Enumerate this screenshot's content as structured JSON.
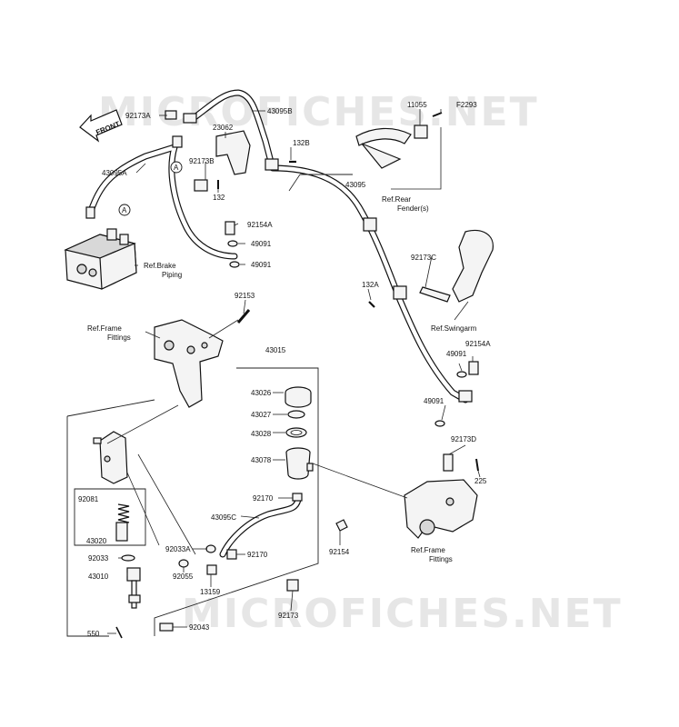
{
  "watermark": {
    "top": "MICROFICHES.NET",
    "bottom": "MICROFICHES.NET"
  },
  "front_arrow": {
    "label": "FRONT"
  },
  "callout_a": "A",
  "labels": {
    "p92173A": "92173A",
    "p43095B": "43095B",
    "p11055": "11055",
    "pF2293": "F2293",
    "p23062": "23062",
    "p132B": "132B",
    "p92173B": "92173B",
    "p43095A": "43095A",
    "p132": "132",
    "p43095": "43095",
    "p92154A_top": "92154A",
    "p49091_a": "49091",
    "p49091_b": "49091",
    "p92153": "92153",
    "p92173C": "92173C",
    "p132A": "132A",
    "p43015": "43015",
    "p92154A_right": "92154A",
    "p49091_c": "49091",
    "p43026": "43026",
    "p49091_d": "49091",
    "p43027": "43027",
    "p43028": "43028",
    "p92173D": "92173D",
    "p43078": "43078",
    "p225": "225",
    "p92081": "92081",
    "p92170_a": "92170",
    "p43095C": "43095C",
    "p43020": "43020",
    "p92033A": "92033A",
    "p92170_b": "92170",
    "p92154": "92154",
    "p92033": "92033",
    "p92055": "92055",
    "p43010": "43010",
    "p13159": "13159",
    "p92173": "92173",
    "p550": "550",
    "p92043": "92043"
  },
  "references": {
    "rear_fender_1": "Ref.Rear",
    "rear_fender_2": "Fender(s)",
    "brake_piping_1": "Ref.Brake",
    "brake_piping_2": "Piping",
    "frame_fittings_left_1": "Ref.Frame",
    "frame_fittings_left_2": "Fittings",
    "swingarm": "Ref.Swingarm",
    "frame_fittings_right_1": "Ref.Frame",
    "frame_fittings_right_2": "Fittings"
  }
}
